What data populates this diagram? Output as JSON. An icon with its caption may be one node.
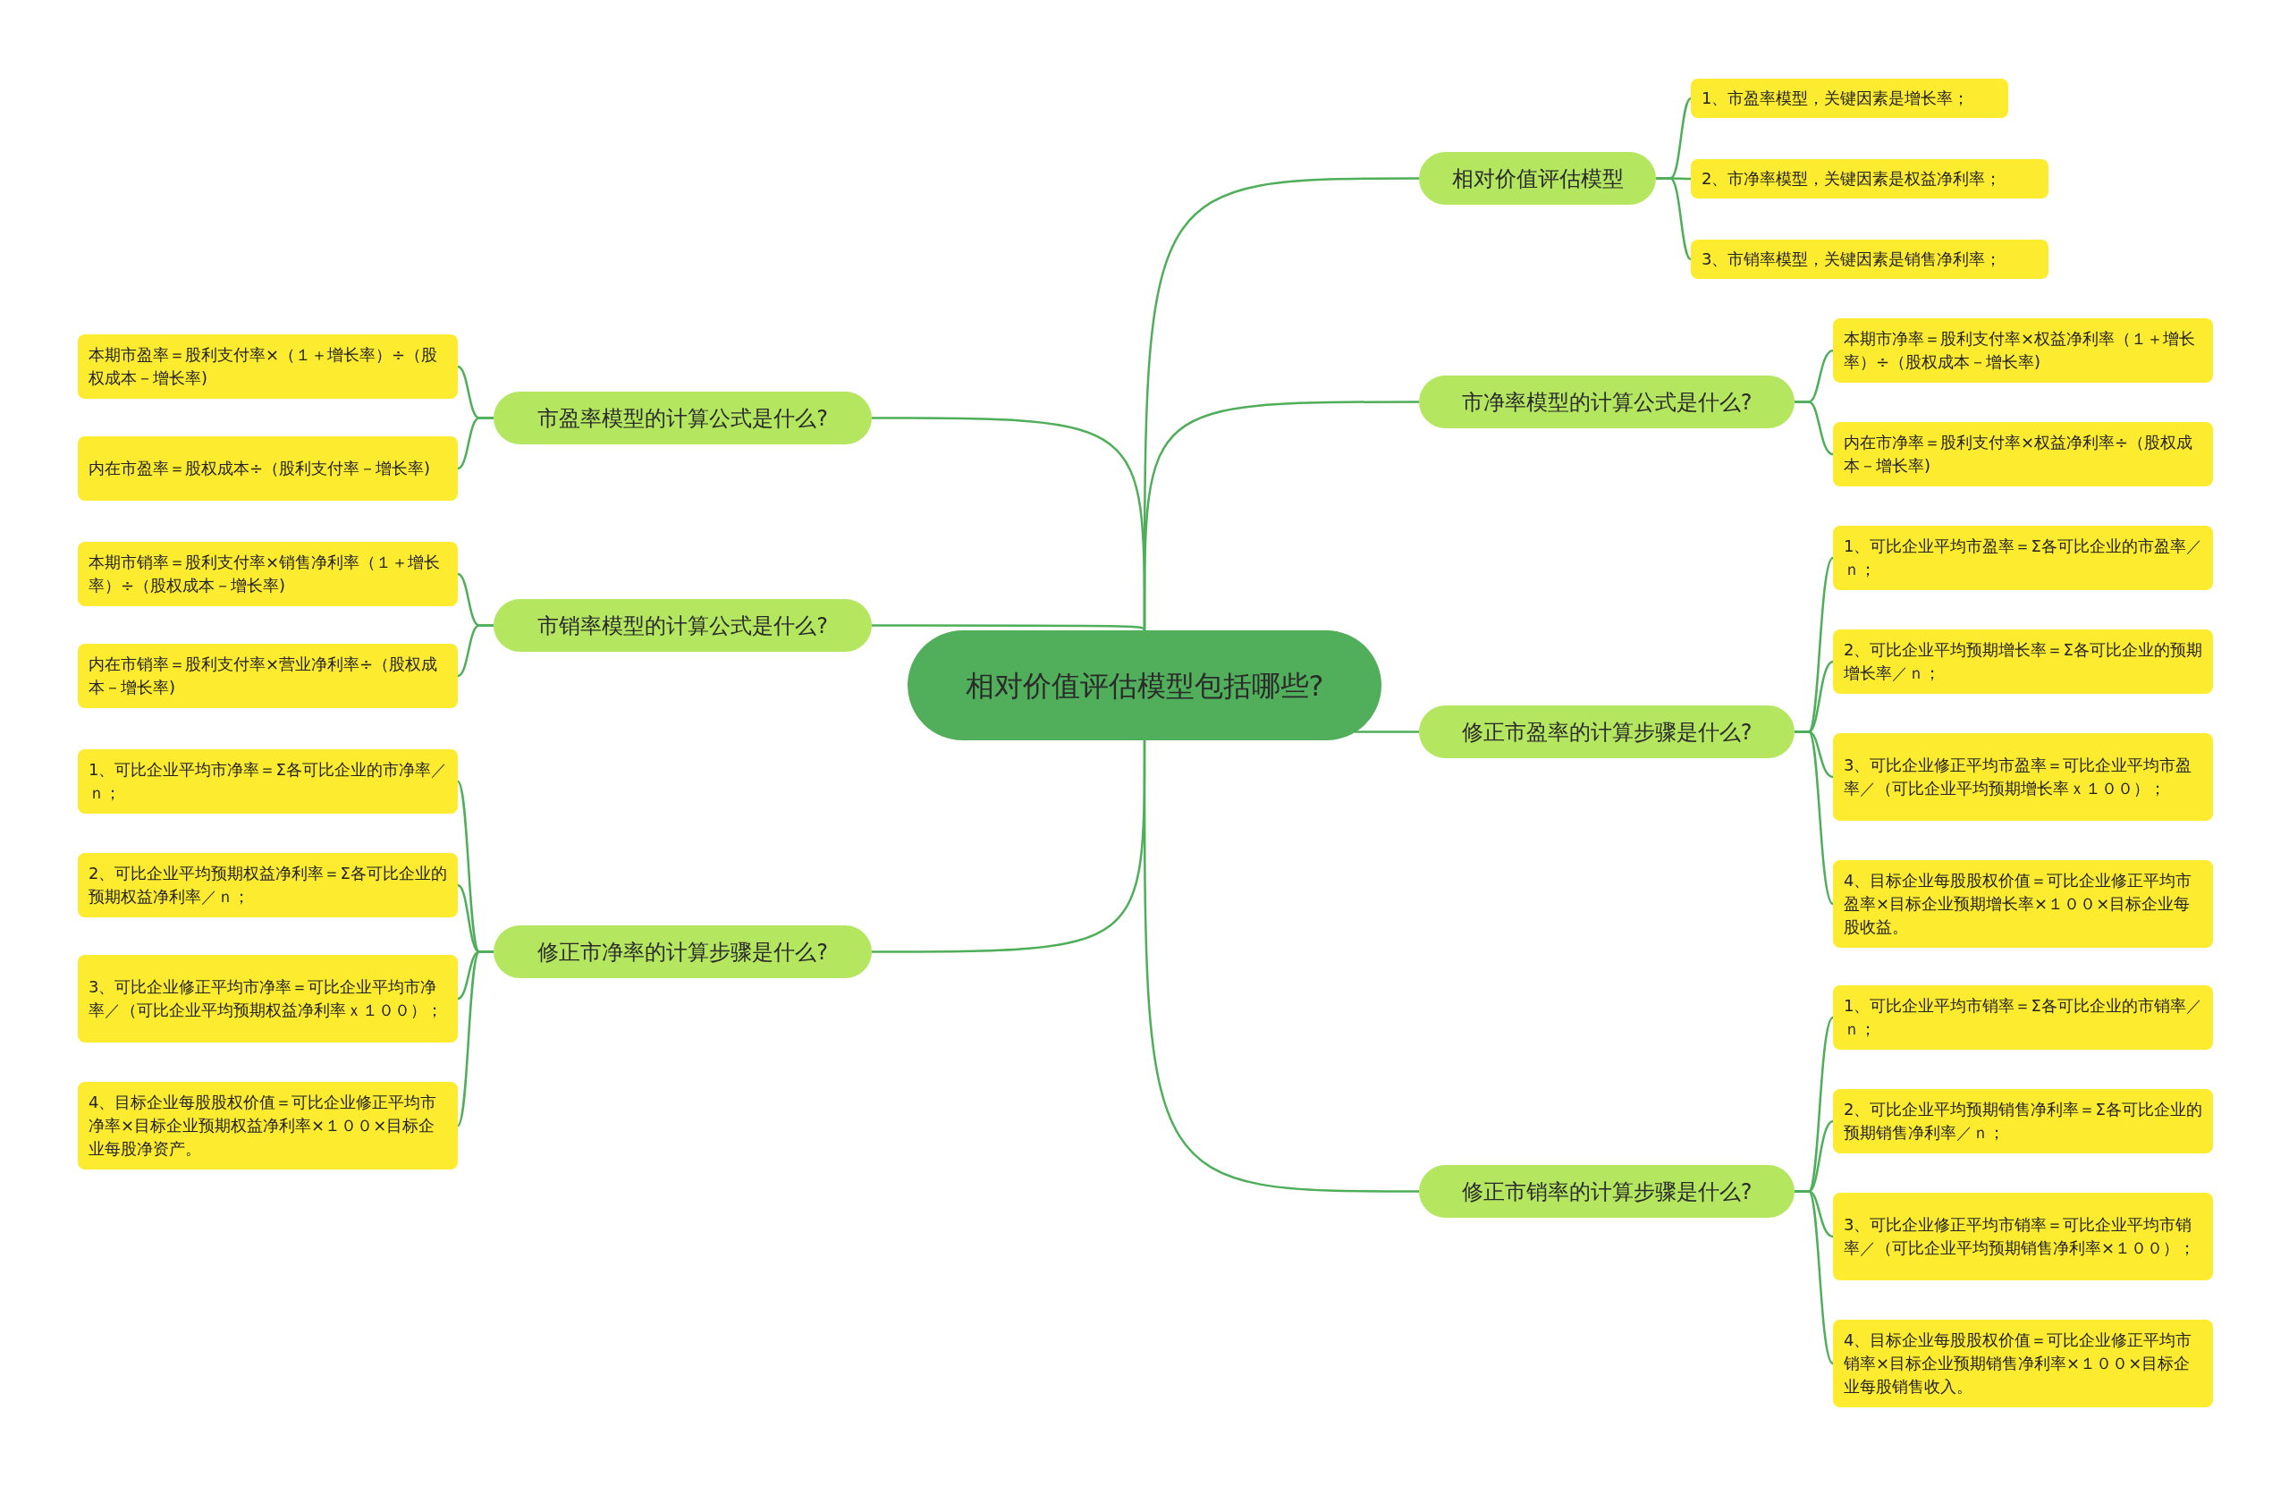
{
  "diagram": {
    "nodes": [
      {
        "text": [
          "相对价值评估模型包括哪些?"
        ]
      },
      {
        "text": [
          "相对价值评估模型"
        ]
      },
      {
        "text": [
          "1、市盈率模型，关键因素是增长率；"
        ]
      },
      {
        "text": [
          "2、市净率模型，关键因素是权益净利率；"
        ]
      },
      {
        "text": [
          "3、市销率模型，关键因素是销售净利率；"
        ]
      },
      {
        "text": [
          "市净率模型的计算公式是什么?"
        ]
      },
      {
        "text": [
          "本期市净率＝股利支付率×权益净利率（１＋增长率）÷（股权成本－增长率)"
        ]
      },
      {
        "text": [
          "内在市净率＝股利支付率×权益净利率÷（股权成本－增长率)"
        ]
      },
      {
        "text": [
          "修正市盈率的计算步骤是什么?"
        ]
      },
      {
        "text": [
          "1、可比企业平均市盈率＝Σ各可比企业的市盈率／ｎ；"
        ]
      },
      {
        "text": [
          "2、可比企业平均预期增长率＝Σ各可比企业的预期增长率／ｎ；"
        ]
      },
      {
        "text": [
          "3、可比企业修正平均市盈率＝可比企业平均市盈率／（可比企业平均预期增长率ｘ１００）；"
        ]
      },
      {
        "text": [
          "4、目标企业每股股权价值＝可比企业修正平均市盈率×目标企业预期增长率×１００×目标企业每股收益。"
        ]
      },
      {
        "text": [
          "修正市销率的计算步骤是什么?"
        ]
      },
      {
        "text": [
          "1、可比企业平均市销率＝Σ各可比企业的市销率／ｎ；"
        ]
      },
      {
        "text": [
          "2、可比企业平均预期销售净利率＝Σ各可比企业的预期销售净利率／ｎ；"
        ]
      },
      {
        "text": [
          "3、可比企业修正平均市销率＝可比企业平均市销率／（可比企业平均预期销售净利率×１００）；"
        ]
      },
      {
        "text": [
          "4、目标企业每股股权价值＝可比企业修正平均市销率×目标企业预期销售净利率×１００×目标企业每股销售收入。"
        ]
      },
      {
        "text": [
          "市盈率模型的计算公式是什么?"
        ]
      },
      {
        "text": [
          "本期市盈率＝股利支付率×（１＋增长率）÷（股权成本－增长率)"
        ]
      },
      {
        "text": [
          "内在市盈率＝股权成本÷（股利支付率－增长率)"
        ]
      },
      {
        "text": [
          "市销率模型的计算公式是什么?"
        ]
      },
      {
        "text": [
          "本期市销率＝股利支付率×销售净利率（１＋增长率）÷（股权成本－增长率)"
        ]
      },
      {
        "text": [
          "内在市销率＝股利支付率×营业净利率÷（股权成本－增长率)"
        ]
      },
      {
        "text": [
          "修正市净率的计算步骤是什么?"
        ]
      },
      {
        "text": [
          "1、可比企业平均市净率＝Σ各可比企业的市净率／ｎ；"
        ]
      },
      {
        "text": [
          "2、可比企业平均预期权益净利率＝Σ各可比企业的预期权益净利率／ｎ；"
        ]
      },
      {
        "text": [
          "3、可比企业修正平均市净率＝可比企业平均市净率／（可比企业平均预期权益净利率ｘ１００）；"
        ]
      },
      {
        "text": [
          "4、目标企业每股股权价值＝可比企业修正平均市净率×目标企业预期权益净利率×１００×目标企业每股净资产。"
        ]
      }
    ],
    "edges": [
      {
        "from": 0,
        "to": 1,
        "arrow": "none"
      },
      {
        "from": 1,
        "to": 2,
        "arrow": "none"
      },
      {
        "from": 1,
        "to": 3,
        "arrow": "none"
      },
      {
        "from": 1,
        "to": 4,
        "arrow": "none"
      },
      {
        "from": 0,
        "to": 5,
        "arrow": "none"
      },
      {
        "from": 5,
        "to": 6,
        "arrow": "none"
      },
      {
        "from": 5,
        "to": 7,
        "arrow": "none"
      },
      {
        "from": 0,
        "to": 8,
        "arrow": "none"
      },
      {
        "from": 8,
        "to": 9,
        "arrow": "none"
      },
      {
        "from": 8,
        "to": 10,
        "arrow": "none"
      },
      {
        "from": 8,
        "to": 11,
        "arrow": "none"
      },
      {
        "from": 8,
        "to": 12,
        "arrow": "none"
      },
      {
        "from": 0,
        "to": 13,
        "arrow": "none"
      },
      {
        "from": 13,
        "to": 14,
        "arrow": "none"
      },
      {
        "from": 13,
        "to": 15,
        "arrow": "none"
      },
      {
        "from": 13,
        "to": 16,
        "arrow": "none"
      },
      {
        "from": 13,
        "to": 17,
        "arrow": "none"
      },
      {
        "from": 0,
        "to": 18,
        "arrow": "none"
      },
      {
        "from": 18,
        "to": 19,
        "arrow": "none"
      },
      {
        "from": 18,
        "to": 20,
        "arrow": "none"
      },
      {
        "from": 0,
        "to": 21,
        "arrow": "none"
      },
      {
        "from": 21,
        "to": 22,
        "arrow": "none"
      },
      {
        "from": 21,
        "to": 23,
        "arrow": "none"
      },
      {
        "from": 0,
        "to": 24,
        "arrow": "none"
      },
      {
        "from": 24,
        "to": 25,
        "arrow": "none"
      },
      {
        "from": 24,
        "to": 26,
        "arrow": "none"
      },
      {
        "from": 24,
        "to": 27,
        "arrow": "none"
      },
      {
        "from": 24,
        "to": 28,
        "arrow": "none"
      }
    ]
  }
}
